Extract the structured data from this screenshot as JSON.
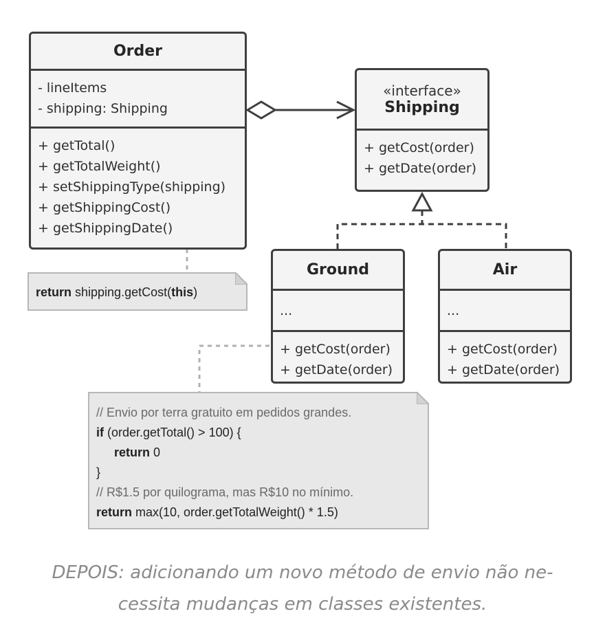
{
  "order": {
    "name": "Order",
    "fields": [
      "- lineItems",
      "- shipping: Shipping"
    ],
    "methods": [
      "+ getTotal()",
      "+ getTotalWeight()",
      "+ setShippingType(shipping)",
      "+ getShippingCost()",
      "+ getShippingDate()"
    ]
  },
  "shipping": {
    "stereotype": "«interface»",
    "name": "Shipping",
    "methods": [
      "+ getCost(order)",
      "+ getDate(order)"
    ]
  },
  "ground": {
    "name": "Ground",
    "fields": "...",
    "methods": [
      "+ getCost(order)",
      "+ getDate(order)"
    ]
  },
  "air": {
    "name": "Air",
    "fields": "...",
    "methods": [
      "+ getCost(order)",
      "+ getDate(order)"
    ]
  },
  "note_order": {
    "kw": "return",
    "text1": " shipping.getCost(",
    "kw2": "this",
    "text2": ")"
  },
  "note_ground": {
    "comment1": "// Envio por terra gratuito em pedidos grandes.",
    "if_kw": "if",
    "if_rest": " (order.getTotal() > 100) {",
    "ret_kw": "return",
    "ret_rest": " 0",
    "close": "}",
    "comment2": "// R$1.5 por quilograma, mas R$10 no mínimo.",
    "ret2_kw": "return",
    "ret2_rest": " max(10, order.getTotalWeight() * 1.5)"
  },
  "caption": {
    "line1": "DEPOIS: adicionando um novo método de envio não ne-",
    "line2": "cessita mudanças em classes existentes."
  },
  "colors": {
    "border": "#3f3f3f",
    "box_fill": "#f4f4f4",
    "note_fill": "#e8e8e8",
    "dashed": "#b0b0b0",
    "caption": "#8a8a8a"
  }
}
